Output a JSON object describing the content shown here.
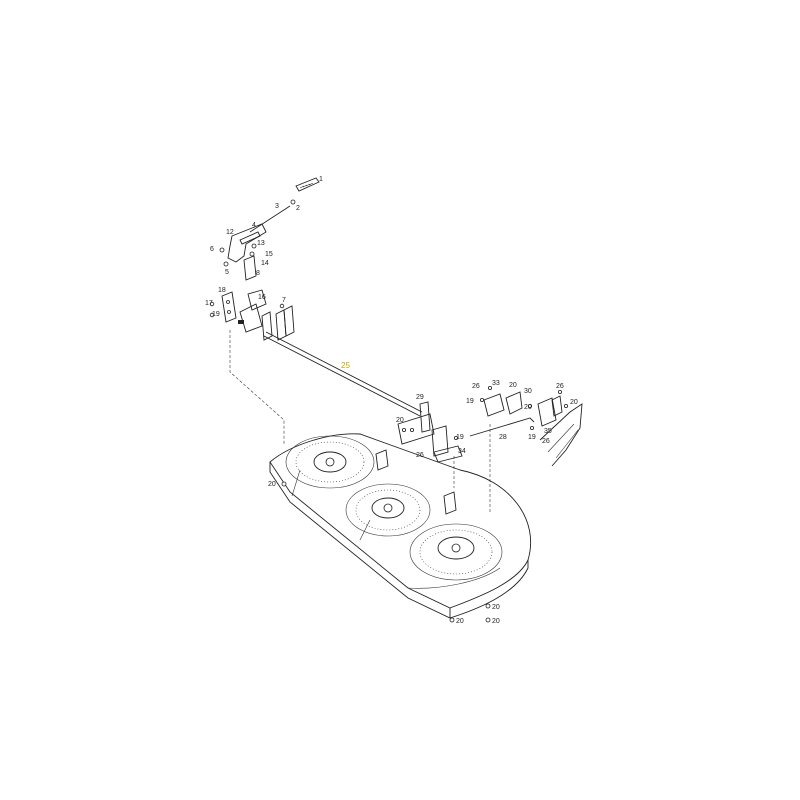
{
  "callouts": {
    "c1": "1",
    "c2": "2",
    "c3": "3",
    "c4": "4",
    "c5": "5",
    "c6": "6",
    "c7": "7",
    "c8": "8",
    "c12": "12",
    "c13": "13",
    "c14": "14",
    "c15": "15",
    "c16": "16",
    "c17": "17",
    "c18": "18",
    "c19a": "19",
    "c25": "25",
    "c29": "29",
    "c20a": "20",
    "c26a": "26",
    "c19b": "19",
    "c34": "34",
    "c26b": "26",
    "c33": "33",
    "c20b": "20",
    "c30": "30",
    "c19c": "19",
    "c20c": "20",
    "c28": "28",
    "c26c": "26",
    "c20d": "20",
    "c19d": "19",
    "c35": "35",
    "c26d": "26",
    "c20e": "20",
    "c20f": "20",
    "c20g": "20",
    "c20h": "20"
  },
  "highlight_color": "#c9a400"
}
